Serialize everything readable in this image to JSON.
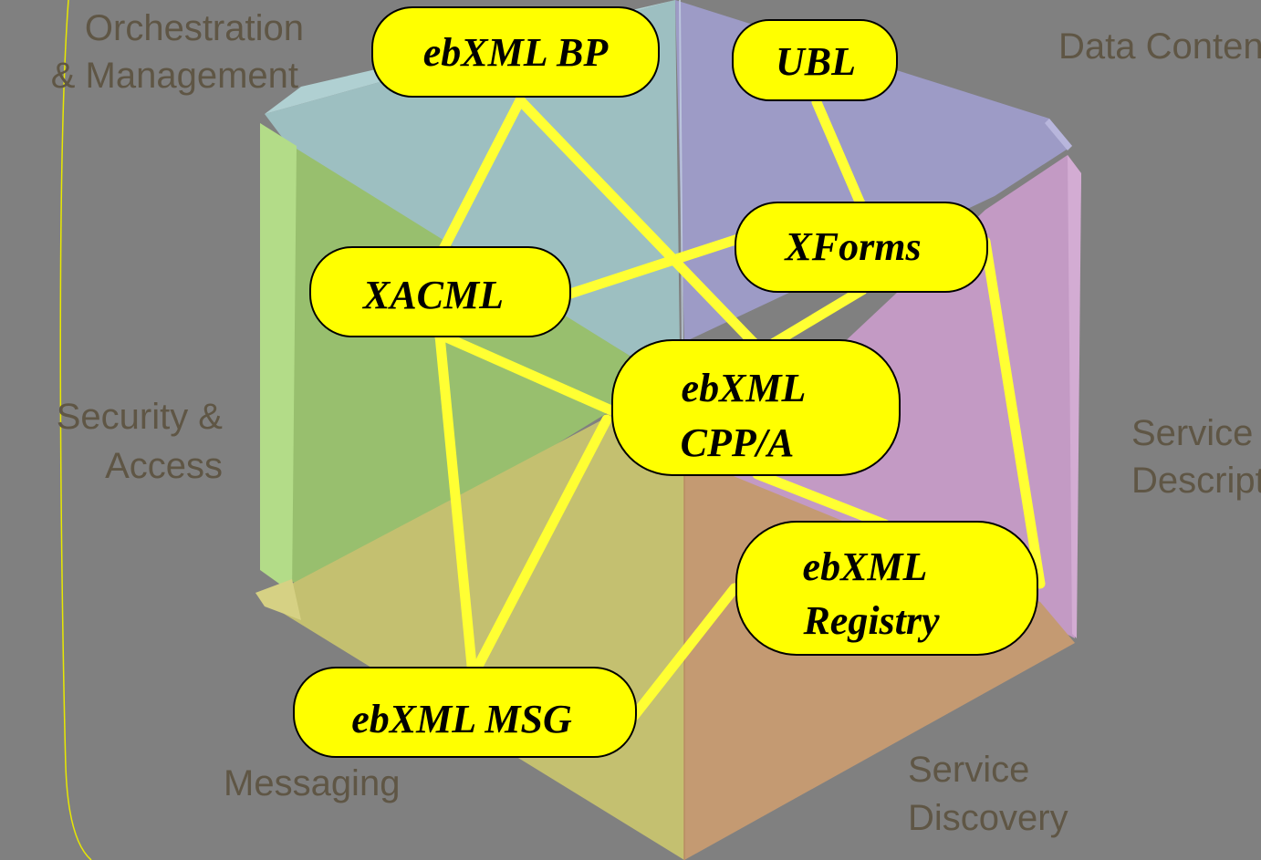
{
  "segment_labels": {
    "orchestration": [
      "Orchestration",
      "& Management"
    ],
    "data_content": [
      "Data Content"
    ],
    "security": [
      "Security &",
      "Access"
    ],
    "service_description": [
      "Service",
      "Description"
    ],
    "messaging": [
      "Messaging"
    ],
    "service_discovery": [
      "Service",
      "Discovery"
    ]
  },
  "nodes": {
    "ebxml_bp": "ebXML BP",
    "ubl": "UBL",
    "xforms": "XForms",
    "xacml": "XACML",
    "ebxml_cppa": [
      "ebXML",
      "CPP/A"
    ],
    "ebxml_registry": [
      "ebXML",
      "Registry"
    ],
    "ebxml_msg": "ebXML MSG"
  },
  "colors": {
    "background": "#808080",
    "pill_fill": "#ffff00",
    "connector": "#ffff33",
    "label_text": "#5f5645",
    "frame_line": "#e8e800",
    "orchestration_panel": "#9ec2c4",
    "data_content_panel": "#9d9bc6",
    "service_description_panel": "#c39ac4",
    "security_panel": "#98bf6e",
    "messaging_panel": "#c4c070",
    "service_discovery_panel": "#c49a72"
  }
}
